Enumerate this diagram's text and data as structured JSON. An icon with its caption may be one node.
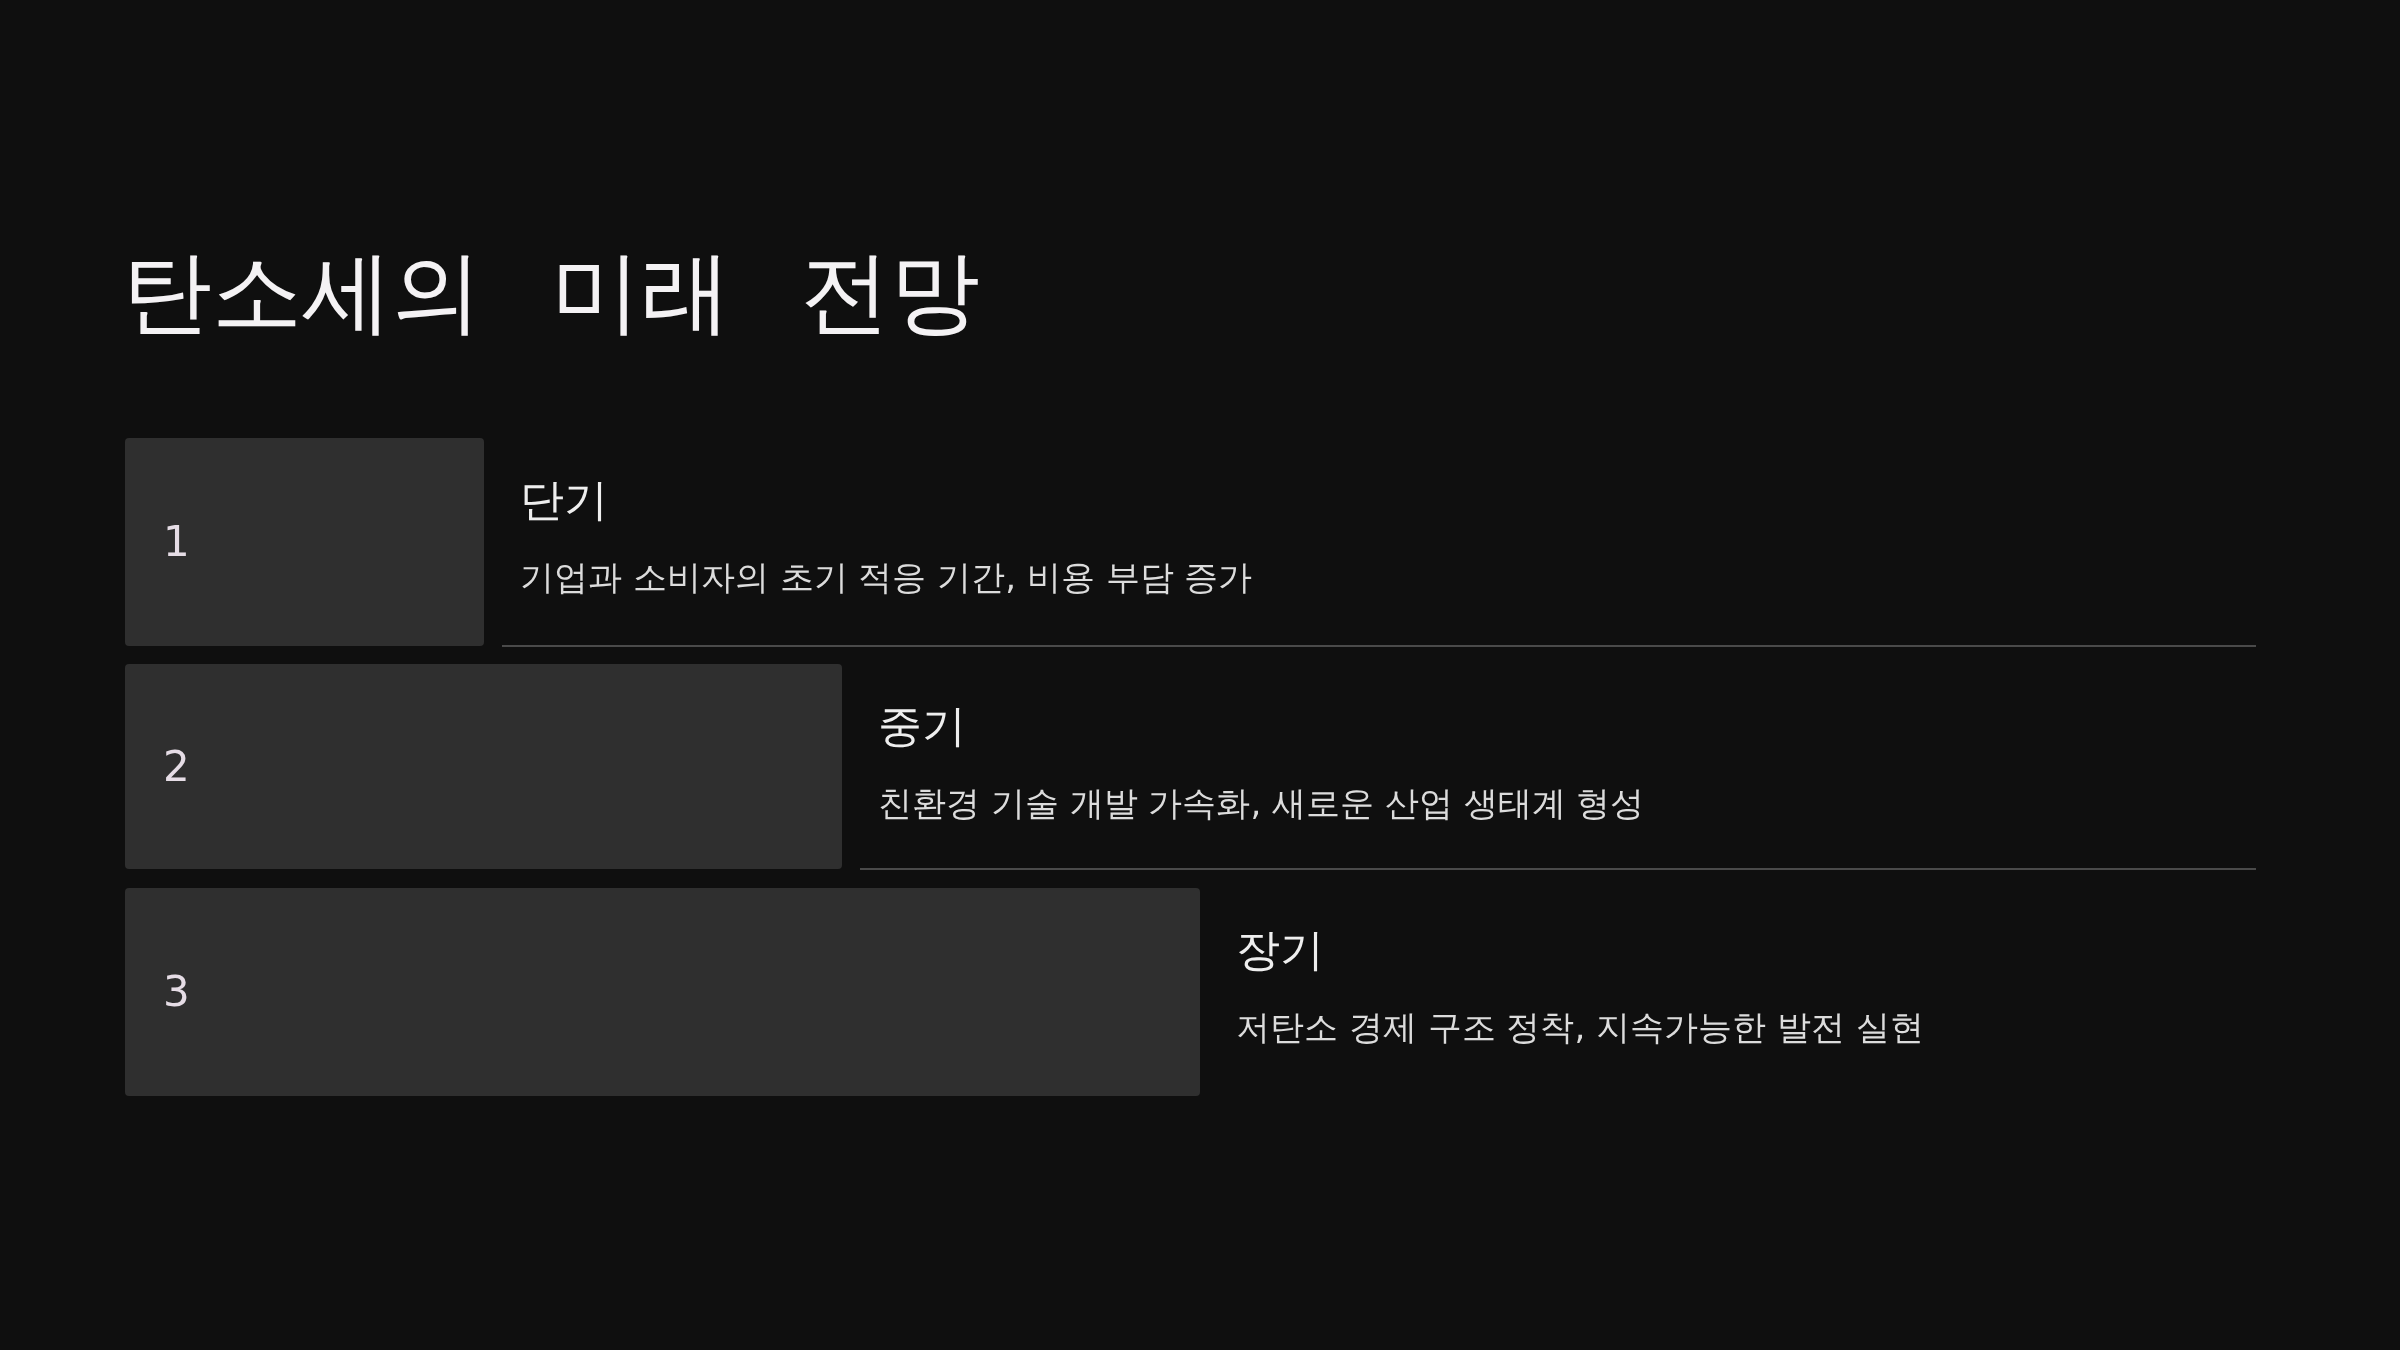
{
  "diagram": {
    "title": "탄소세의 미래 전망",
    "nodes": [
      {
        "text": [
          "1"
        ],
        "beside": [
          "단기",
          "기업과 소비자의 초기 적응 기간, 비용 부담 증가"
        ]
      },
      {
        "text": [
          "2"
        ],
        "beside": [
          "중기",
          "친환경 기술 개발 가속화, 새로운 산업 생태계 형성"
        ]
      },
      {
        "text": [
          "3"
        ],
        "beside": [
          "장기",
          "저탄소 경제 구조 정착, 지속가능한 발전 실현"
        ]
      }
    ],
    "edges": []
  }
}
